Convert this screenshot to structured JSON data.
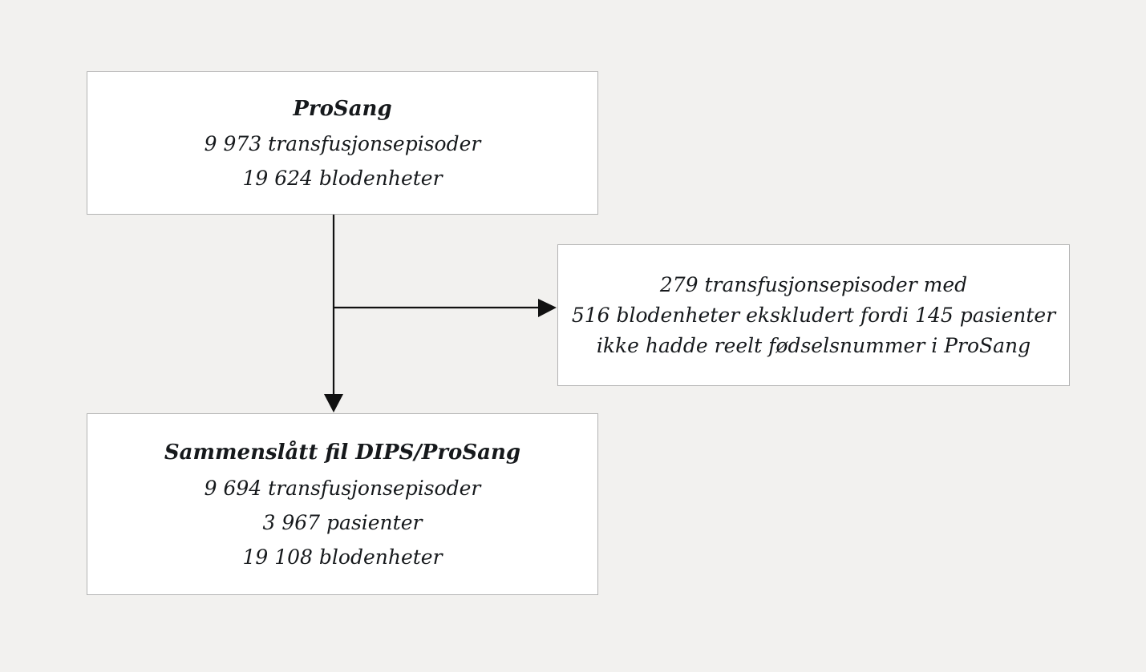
{
  "page": {
    "background_color": "#f2f1ef",
    "text_color": "#16191c",
    "box_fill": "#ffffff",
    "box_border_color": "#b3b3b3",
    "connector_color": "#111111",
    "type": "flowchart"
  },
  "boxes": {
    "source": {
      "name": "ProSang source data",
      "heading": "ProSang",
      "lines": [
        "9 973 transfusjonsepisoder",
        "19 624 blodenheter"
      ]
    },
    "excluded": {
      "name": "Excluded records",
      "lines": [
        "279 transfusjonsepisoder med",
        "516 blodenheter ekskludert fordi 145 pasienter",
        "ikke hadde reelt fødselsnummer i ProSang"
      ]
    },
    "merged": {
      "name": "Merged DIPS/ProSang file",
      "heading": "Sammenslått fil DIPS/ProSang",
      "lines": [
        "9 694 transfusjonsepisoder",
        "3 967 pasienter",
        "19 108 blodenheter"
      ]
    }
  },
  "connectors": [
    {
      "name": "source-to-merged",
      "direction": "down",
      "from": "source",
      "to": "merged",
      "arrowhead": "solid-triangle"
    },
    {
      "name": "source-to-excluded",
      "direction": "right",
      "from": "source",
      "to": "excluded",
      "arrowhead": "solid-triangle"
    }
  ]
}
